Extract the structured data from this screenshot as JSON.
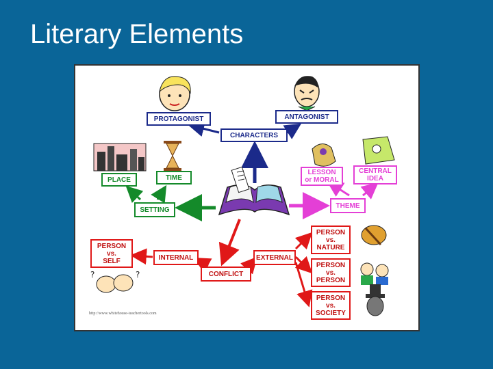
{
  "slide": {
    "title": "Literary Elements"
  },
  "diagram": {
    "characters": "CHARACTERS",
    "protagonist": "PROTAGONIST",
    "antagonist": "ANTAGONIST",
    "setting": "SETTING",
    "place": "PLACE",
    "time": "TIME",
    "theme": "THEME",
    "lesson_line1": "LESSON",
    "lesson_line2": "or MORAL",
    "central_line1": "CENTRAL",
    "central_line2": "IDEA",
    "conflict": "CONFLICT",
    "internal": "INTERNAL",
    "external": "EXTERNAL",
    "self_line1": "PERSON",
    "self_line2": "vs.",
    "self_line3": "SELF",
    "nature_line1": "PERSON",
    "nature_line2": "vs.",
    "nature_line3": "NATURE",
    "person_line1": "PERSON",
    "person_line2": "vs.",
    "person_line3": "PERSON",
    "society_line1": "PERSON",
    "society_line2": "vs.",
    "society_line3": "SOCIETY",
    "credit": "http://www.whitehouse-teachertools.com"
  },
  "colors": {
    "background": "#0a6598",
    "characters": "#1b2a8a",
    "setting": "#148a2a",
    "theme": "#e43fd6",
    "conflict": "#e01818"
  }
}
